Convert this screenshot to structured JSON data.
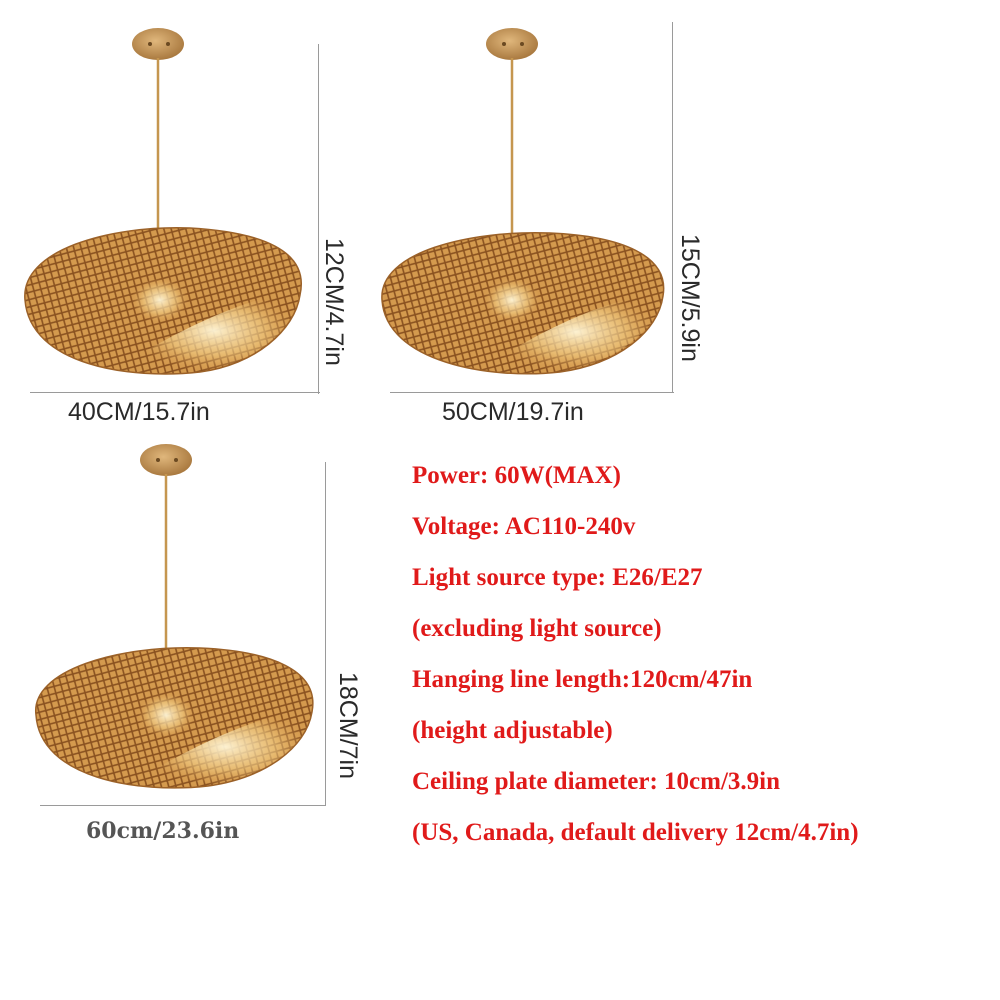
{
  "lamps": [
    {
      "id": "small",
      "width_label": "40CM/15.7in",
      "height_label": "12CM/4.7in"
    },
    {
      "id": "medium",
      "width_label": "50CM/19.7in",
      "height_label": "15CM/5.9in"
    },
    {
      "id": "large",
      "width_label": "60cm/23.6in",
      "height_label": "18CM/7in"
    }
  ],
  "specs": [
    "Power: 60W(MAX)",
    "Voltage: AC110-240v",
    "Light source type: E26/E27",
    "(excluding light source)",
    "Hanging line length:120cm/47in",
    "(height adjustable)",
    "Ceiling plate diameter: 10cm/3.9in",
    "(US, Canada, default delivery 12cm/4.7in)"
  ],
  "colors": {
    "spec_text": "#e01a1a",
    "bamboo": "#c98a3c",
    "wood_plate": "#c89a5a"
  }
}
